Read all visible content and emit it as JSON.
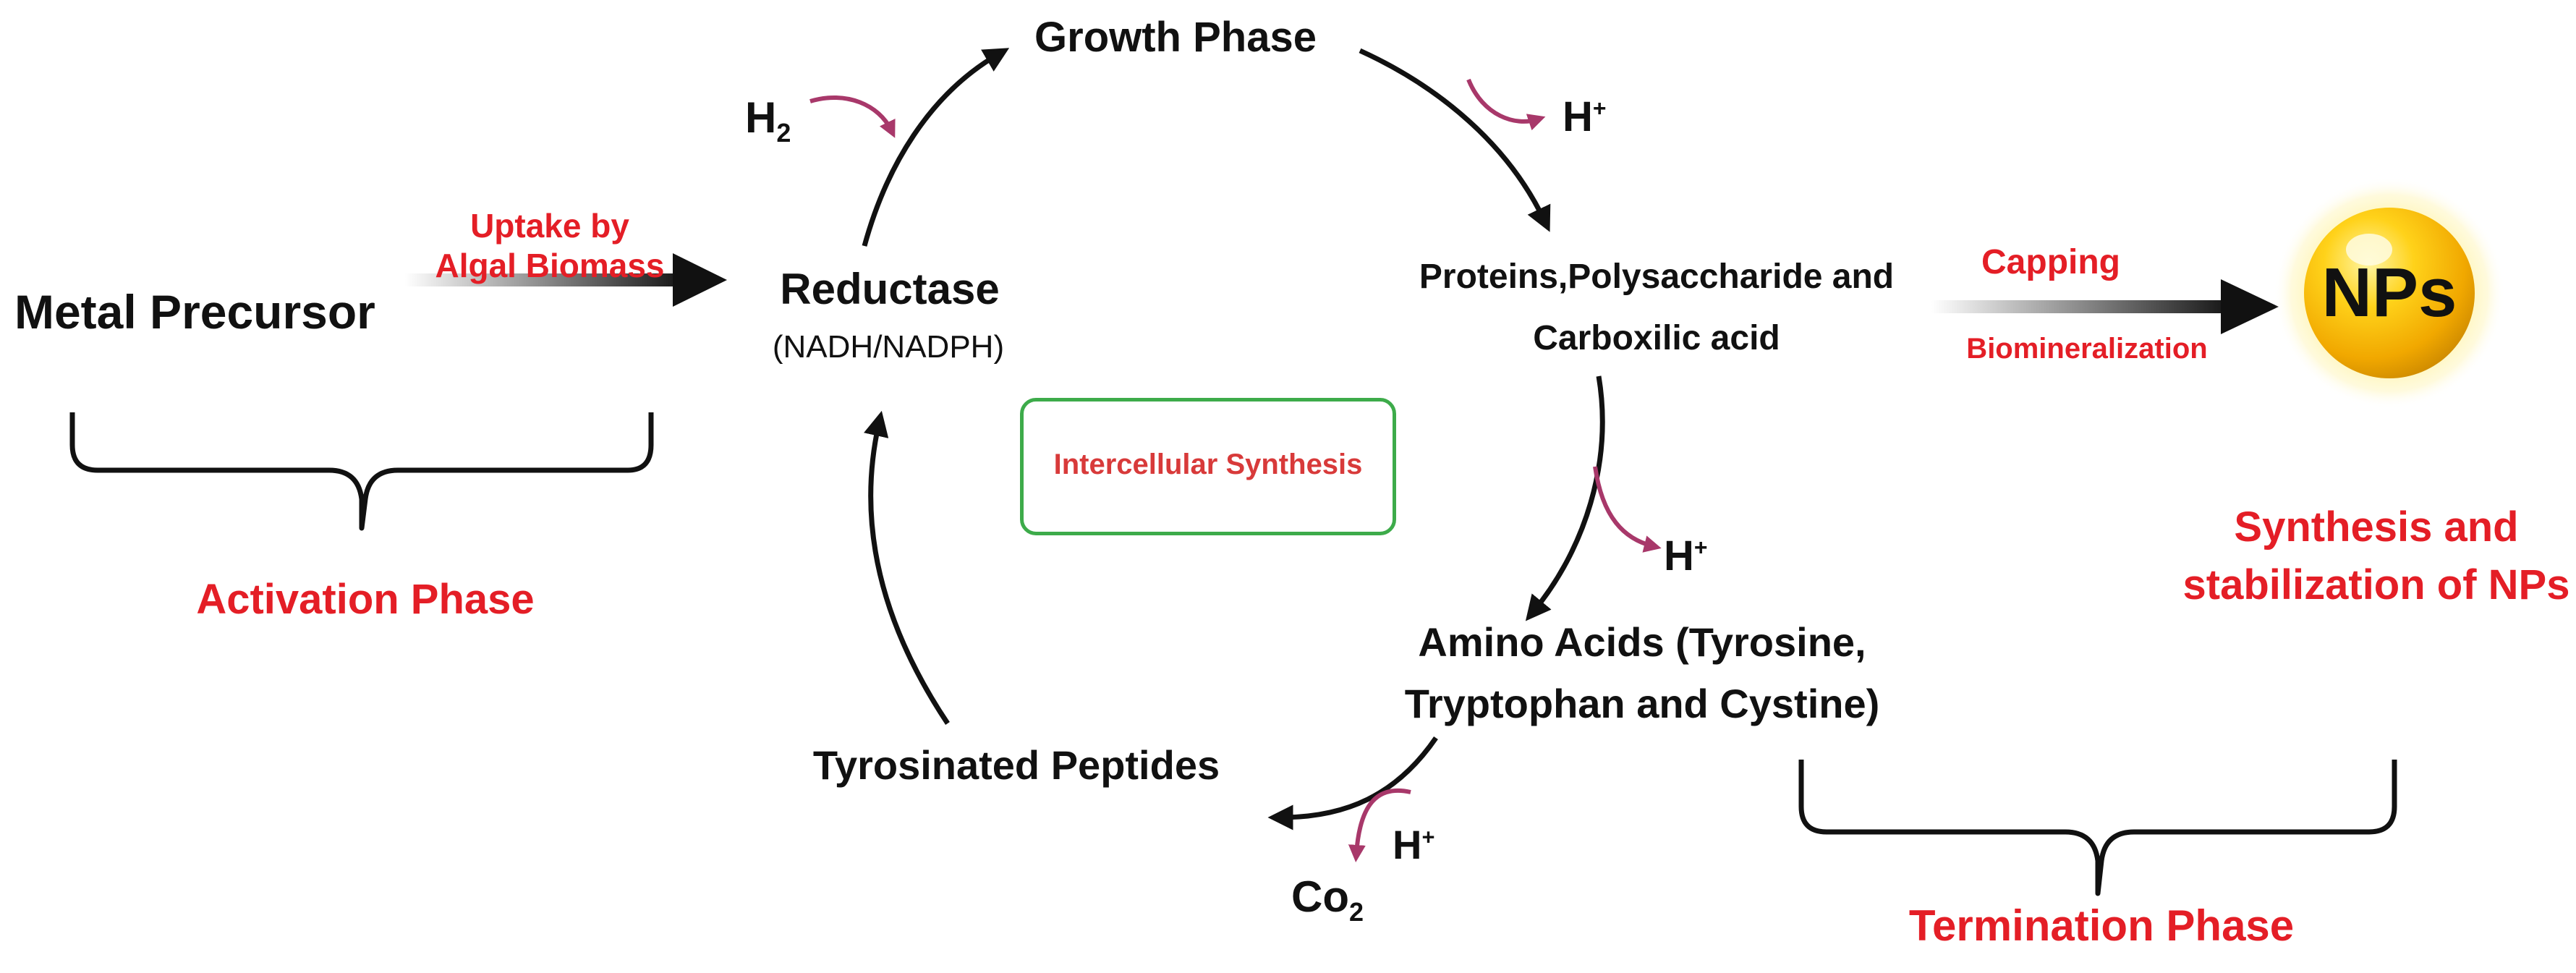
{
  "labels": {
    "metal_precursor": "Metal Precursor",
    "uptake_line1": "Uptake by",
    "uptake_line2": "Algal Biomass",
    "activation_phase": "Activation Phase",
    "reductase": "Reductase",
    "nadh": "(NADH/NADPH)",
    "h2_base": "H",
    "h2_sub": "2",
    "growth_phase": "Growth Phase",
    "hplus_base": "H",
    "hplus_sup": "+",
    "proteins_line1": "Proteins,Polysaccharide and",
    "proteins_line2": "Carboxilic acid",
    "intercellular": "Intercellular Synthesis",
    "amino_line1": "Amino Acids (Tyrosine,",
    "amino_line2": "Tryptophan and Cystine)",
    "tyrosinated": "Tyrosinated  Peptides",
    "co2_base": "Co",
    "co2_sub": "2",
    "capping": "Capping",
    "biomineralization": "Biomineralization",
    "nps": "NPs",
    "synthesis_line1": "Synthesis and",
    "synthesis_line2": "stabilization of NPs",
    "termination_phase": "Termination Phase"
  },
  "colors": {
    "text_black": "#111111",
    "text_red": "#e41e26",
    "box_green": "#3dab4a",
    "side_arrow_magenta": "#a8386a",
    "np_gold": "#f2b705"
  }
}
